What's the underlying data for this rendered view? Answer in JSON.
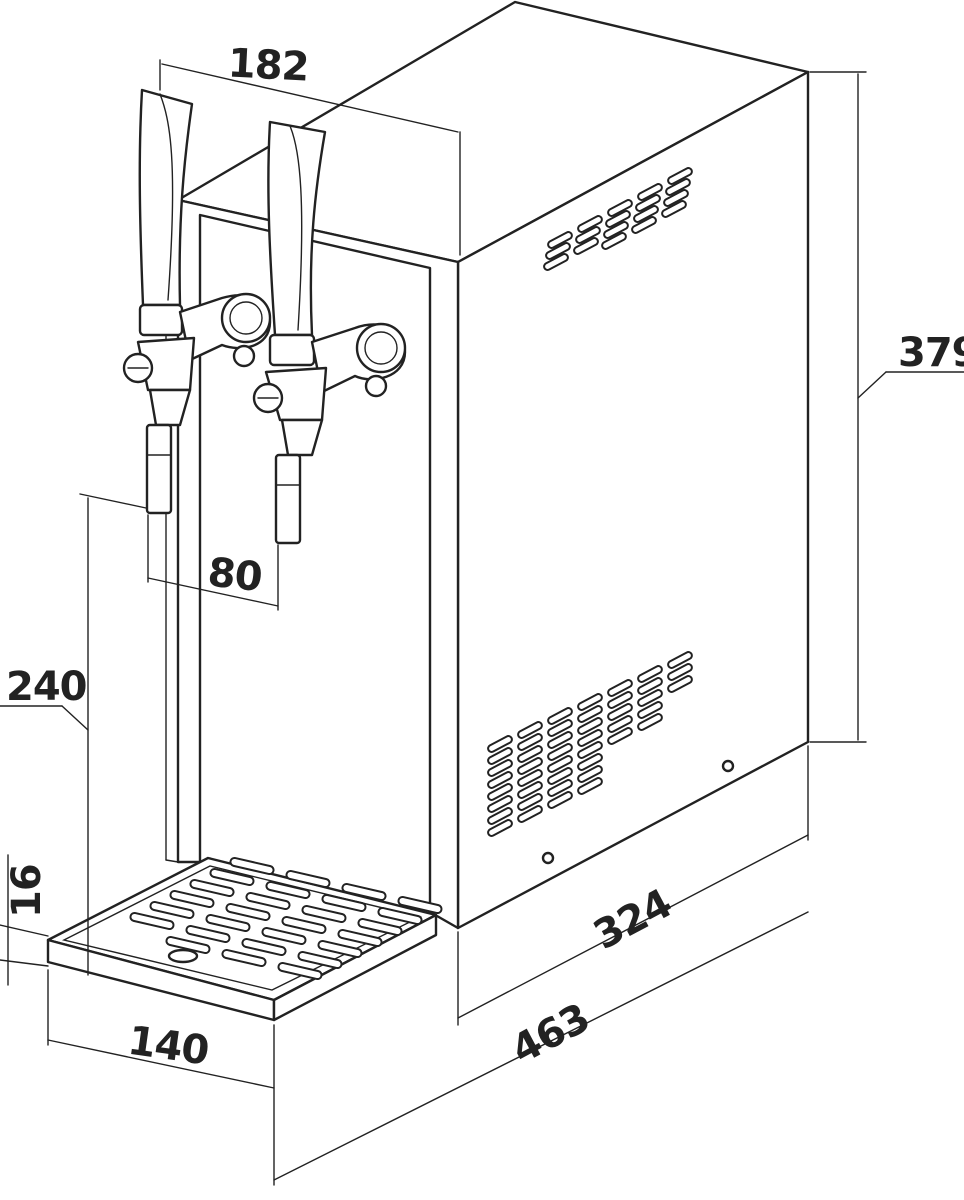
{
  "dimensions": {
    "width_taps": "182",
    "height_body": "379",
    "spout_spacing": "80",
    "clearance": "240",
    "tray_height": "16",
    "tray_depth": "140",
    "body_depth": "324",
    "total_depth": "463"
  },
  "colors": {
    "line": "#222222",
    "background": "#ffffff"
  }
}
